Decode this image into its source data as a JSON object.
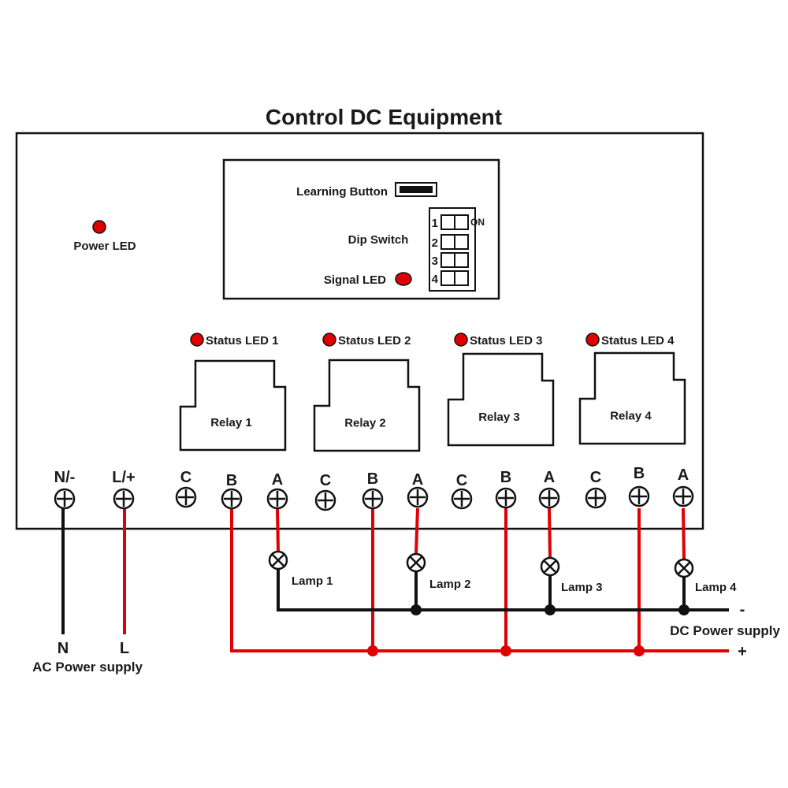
{
  "title": "Control DC Equipment",
  "learning_button": "Learning Button",
  "dip_switch": {
    "label": "Dip Switch",
    "on_label": "ON",
    "positions": [
      "1",
      "2",
      "3",
      "4"
    ]
  },
  "power_led": "Power LED",
  "signal_led": "Signal LED",
  "status_leds": [
    "Status LED 1",
    "Status LED 2",
    "Status LED 3",
    "Status LED 4"
  ],
  "relays": [
    "Relay 1",
    "Relay 2",
    "Relay 3",
    "Relay 4"
  ],
  "terminals": [
    "N/-",
    "L/+",
    "C",
    "B",
    "A",
    "C",
    "B",
    "A",
    "C",
    "B",
    "A",
    "C",
    "B",
    "A"
  ],
  "lamps": [
    "Lamp 1",
    "Lamp 2",
    "Lamp 3",
    "Lamp 4"
  ],
  "ac_supply": {
    "n": "N",
    "l": "L",
    "label": "AC Power supply"
  },
  "dc_supply": {
    "minus": "-",
    "plus": "+",
    "label": "DC Power supply"
  },
  "colors": {
    "positive_wire": "#e00000",
    "negative_wire": "#111111",
    "led": "#e00000"
  }
}
